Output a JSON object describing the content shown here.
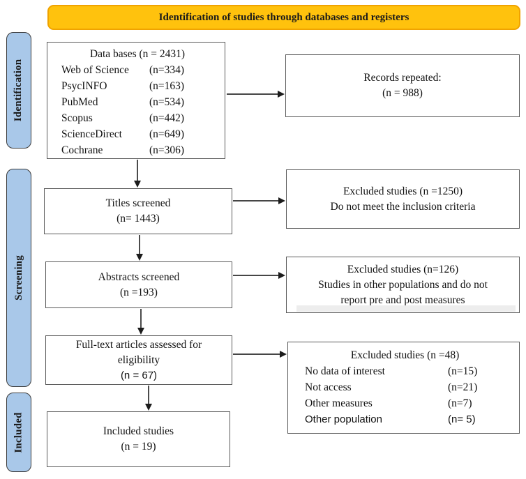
{
  "banner": {
    "label": "Identification of studies through databases and registers"
  },
  "stages": {
    "identification": "Identification",
    "screening": "Screening",
    "included": "Included"
  },
  "colors": {
    "banner_fill": "#FFC20D",
    "banner_border": "#F0A300",
    "stage_fill": "#A9C8E9",
    "box_border": "#595959",
    "arrow": "#2b2b2b"
  },
  "boxes": {
    "databases": {
      "title": "Data bases (n = 2431)",
      "rows": [
        {
          "name": "Web of Science",
          "count": "(n=334)"
        },
        {
          "name": "PsycINFO",
          "count": "(n=163)"
        },
        {
          "name": "PubMed",
          "count": "(n=534)"
        },
        {
          "name": "Scopus",
          "count": "(n=442)"
        },
        {
          "name": "ScienceDirect",
          "count": "(n=649)"
        },
        {
          "name": "Cochrane",
          "count": "(n=306)"
        }
      ]
    },
    "records_repeated": {
      "line1": "Records repeated:",
      "line2": "(n = 988)"
    },
    "titles_screened": {
      "line1": "Titles screened",
      "line2": "(n= 1443)"
    },
    "excluded_titles": {
      "line1": "Excluded studies (n =1250)",
      "line2": "Do not meet the inclusion criteria"
    },
    "abstracts_screened": {
      "line1": "Abstracts screened",
      "line2": "(n =193)"
    },
    "excluded_abstracts": {
      "line1": "Excluded studies (n=126)",
      "line2": "Studies in other populations and do not",
      "line3": "report pre and post measures"
    },
    "fulltext": {
      "line1": "Full-text articles assessed for",
      "line2": "eligibility",
      "line3": "(n = 67)"
    },
    "excluded_fulltext": {
      "title": "Excluded studies (n =48)",
      "rows": [
        {
          "name": "No data of interest",
          "count": "(n=15)"
        },
        {
          "name": "Not access",
          "count": "(n=21)"
        },
        {
          "name": "Other measures",
          "count": "(n=7)"
        },
        {
          "name": "Other population",
          "count": "(n= 5)"
        }
      ]
    },
    "included_studies": {
      "line1": "Included studies",
      "line2": "(n = 19)"
    }
  }
}
